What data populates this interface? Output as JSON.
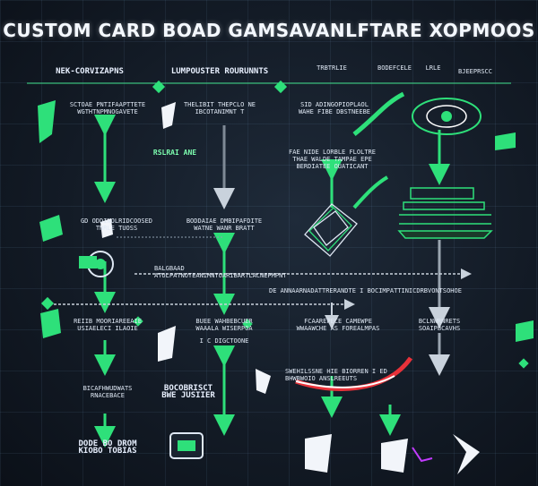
{
  "title": "CUSTOM CARD BOAD GAMSAVANLFTARE XOPMOOS",
  "headers": {
    "h1": "NEK-CORVIZAPNS",
    "h2": "LUMPOUSTER ROURUNNTS",
    "h3": "TRBTRLIE",
    "h4": "BODEFCELE",
    "h5": "LRLE",
    "h6": "BJEEPRSCC"
  },
  "labels": {
    "l1": "SCTOAE PNTIFAAPTTETE\nWGTHTNPMNOGAVETE",
    "l2": "THELIBIT THEPCLO NE\nIBCOTANIMNT T",
    "l3": "SID ADINGOPIOPLAOL\nWAHE FIBE DBSTNEEBE",
    "l4": "RSLRAI ANE",
    "l5": "FAE NIDE LORBLE FLOLTRE\nTHAE WALDE TAMPAE EPE\nBERDIATEE OUATICANT",
    "l6": "GD ODDINOLRIDCOOSED\nTNRLE TUOSS",
    "l7": "BODDAIAE DMBIPAFDITE\nWATNE WANR BRATT",
    "l8": "BALGBAAD ATOLPATNOTEANIMNTOARIBARTLACNEPMPNT",
    "l9": "DE ANNAARNADATTRERANDTE I BOCIMPATTINICDRBVONTSOHOE",
    "l10": "REIIB MOORIAREEAIE\nUSIAELECI ILAOIE",
    "l11": "BUEE WAHBEBCUER\nWAAALA WISERPOA",
    "l12": "I C DIGCTOONE",
    "l13": "FCAAREPECE CAMEWPE\nWWAAWCHE AS FOREALMPAS",
    "l14": "BCLNWRNRETS\nSOAIPBCAVHS",
    "l15": "SWEHILSSNE HIE BIORREN I ED\nBHWBWOIO ANSLREEUTS",
    "l16": "BICAFHWUDWATS\nRNACEBACE",
    "l17": "BOCOBRISCT\nBWE JUSIIER",
    "l18": "DODE BO DROM\nKIOBO TOBIAS"
  }
}
